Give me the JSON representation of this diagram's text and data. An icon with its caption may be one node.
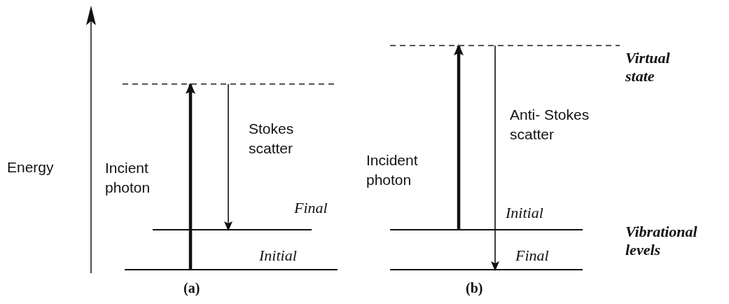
{
  "diagram": {
    "nodes": [
      {
        "text": [],
        "shape": "dashed"
      },
      {
        "text": [],
        "shape": "line",
        "beside": [
          "Final"
        ]
      },
      {
        "text": [],
        "shape": "line",
        "beside": [
          "Initial"
        ]
      },
      {
        "text": [],
        "shape": "dashed",
        "beside": [
          "Virtual state"
        ]
      },
      {
        "text": [],
        "shape": "line",
        "beside": [
          "Initial"
        ]
      },
      {
        "text": [],
        "shape": "line",
        "beside": [
          "Final"
        ]
      }
    ],
    "edges": [
      {
        "from": 2,
        "to": 0,
        "arrow": "to",
        "label": "Incient photon",
        "style": "thick"
      },
      {
        "from": 0,
        "to": 1,
        "arrow": "to",
        "label": "Stokes scatter"
      },
      {
        "from": 4,
        "to": 3,
        "arrow": "to",
        "label": "Incident photon",
        "style": "thick"
      },
      {
        "from": 3,
        "to": 5,
        "arrow": "to",
        "label": "Anti- Stokes scatter"
      }
    ],
    "labels": [
      "Energy",
      "Vibrational levels",
      "(a)",
      "(b)"
    ]
  }
}
